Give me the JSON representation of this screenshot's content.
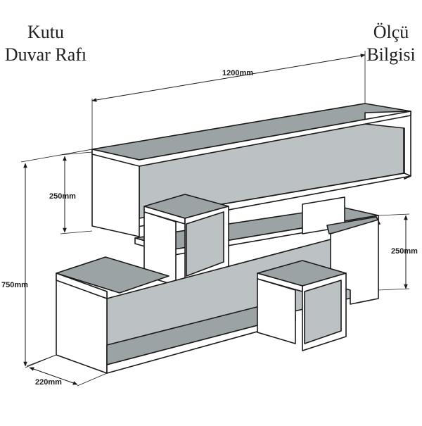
{
  "title_left": [
    "Kutu",
    "Duvar Rafı"
  ],
  "title_right": [
    "Ölçü",
    "Bilgisi"
  ],
  "dimensions": {
    "width": "1200mm",
    "total_height": "750mm",
    "upper_box_height": "250mm",
    "lower_box_height": "250mm",
    "depth": "220mm"
  },
  "colors": {
    "shelf_top": "#9ca3a4",
    "shelf_inner": "#bcc2c3",
    "panel": "#ffffff",
    "outline": "#1a1a1a"
  }
}
